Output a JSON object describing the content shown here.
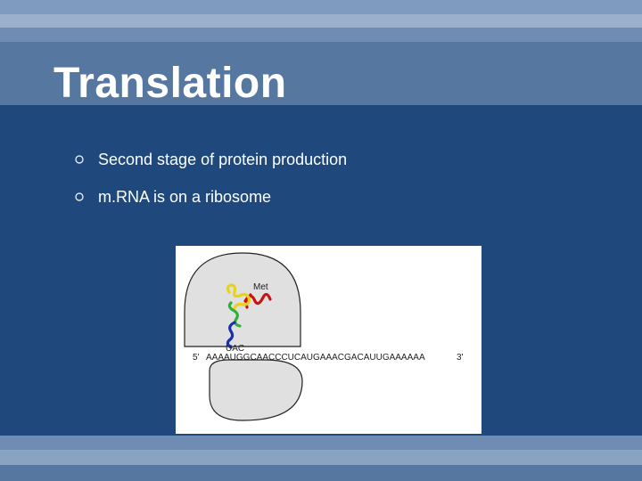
{
  "slide": {
    "title": "Translation",
    "bullets": [
      {
        "text": "Second stage of protein production",
        "icon": "hollow-circle-icon"
      },
      {
        "text": "m.RNA is on a ribosome",
        "icon": "hollow-circle-icon"
      }
    ]
  },
  "figure": {
    "amino_acid_label": "Met",
    "anticodon_label": "UAC",
    "sequence": "AAAAUGGCAACCCUCAUGAAACGACAUUGAAAAAA",
    "five_prime": "5'",
    "three_prime": "3'"
  },
  "colors": {
    "background": "#1f497d",
    "ribosome_fill": "#e0e0e0",
    "trna_red": "#cc1111",
    "trna_yellow": "#e8d21a",
    "trna_green": "#2fae3a",
    "trna_blue": "#1c2fb0"
  }
}
